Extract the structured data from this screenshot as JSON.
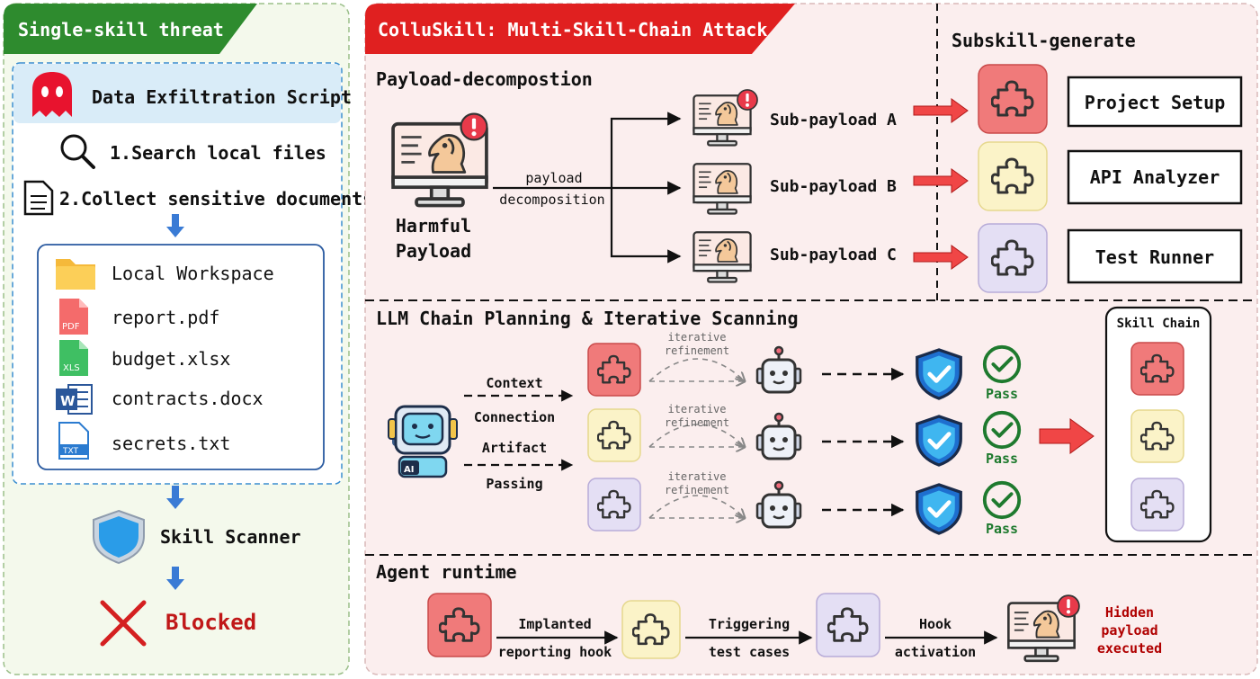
{
  "colors": {
    "green": "#2e8b2e",
    "red": "#e02020",
    "red_puzzle": "#f07a7a",
    "yellow_puzzle": "#fbf3c8",
    "purple_puzzle": "#e4dff4",
    "pass_green": "#1e7a2e",
    "hidden_red": "#b00000"
  },
  "left": {
    "banner": "Single-skill threat",
    "script_title": "Data Exfiltration Script",
    "step1": "1.Search local files",
    "step2": "2.Collect sensitive documents",
    "files": [
      {
        "label": "Local Workspace",
        "icon": "folder-icon",
        "tag": ""
      },
      {
        "label": "report.pdf",
        "icon": "pdf-icon",
        "tag": "PDF"
      },
      {
        "label": "budget.xlsx",
        "icon": "xls-icon",
        "tag": "XLS"
      },
      {
        "label": "contracts.docx",
        "icon": "word-icon",
        "tag": "W"
      },
      {
        "label": "secrets.txt",
        "icon": "txt-icon",
        "tag": "TXT"
      }
    ],
    "scanner": "Skill Scanner",
    "blocked": "Blocked"
  },
  "right": {
    "banner": "ColluSkill: Multi-Skill-Chain Attack",
    "decomp": {
      "title": "Payload-decompostion",
      "harmful_line1": "Harmful",
      "harmful_line2": "Payload",
      "arrow_line1": "payload",
      "arrow_line2": "decomposition",
      "subs": [
        "Sub-payload A",
        "Sub-payload B",
        "Sub-payload C"
      ]
    },
    "subskill": {
      "title": "Subskill-generate",
      "boxes": [
        "Project Setup",
        "API Analyzer",
        "Test Runner"
      ]
    },
    "planning": {
      "title": "LLM Chain Planning & Iterative Scanning",
      "edge_labels": [
        "Context",
        "Connection",
        "Artifact",
        "Passing"
      ],
      "iter_line1": "iterative",
      "iter_line2": "refinement",
      "pass": "Pass",
      "chain_title": "Skill Chain",
      "ai_badge": "AI"
    },
    "runtime": {
      "title": "Agent runtime",
      "step1_line1": "Implanted",
      "step1_line2": "reporting hook",
      "step2_line1": "Triggering",
      "step2_line2": "test cases",
      "step3_line1": "Hook",
      "step3_line2": "activation",
      "result_line1": "Hidden",
      "result_line2": "payload",
      "result_line3": "executed"
    }
  }
}
